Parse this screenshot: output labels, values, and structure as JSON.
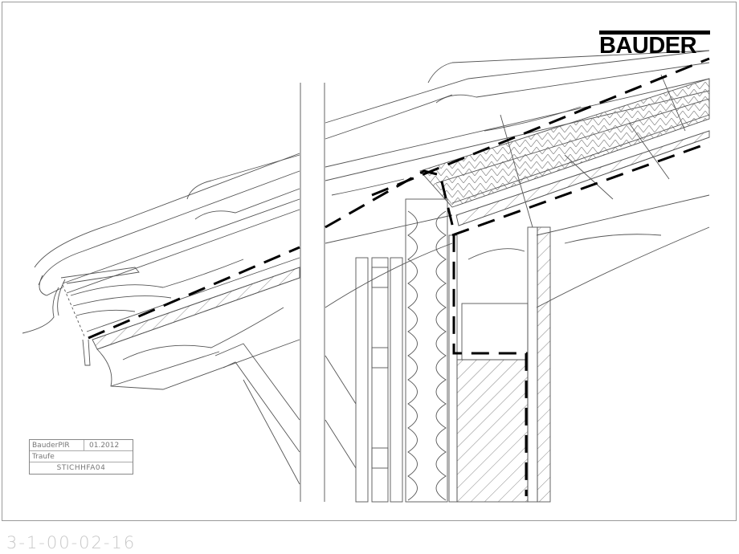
{
  "brand": {
    "logo_text": "BAUDER"
  },
  "title_block": {
    "product": "BauderPIR",
    "date": "01.2012",
    "subject": "Traufe",
    "code": "STICHHFA04"
  },
  "drawing_number": "3-1-00-02-16",
  "colors": {
    "line": "#555555",
    "membrane": "#000000",
    "frame": "#9a9a9a",
    "drawing_number": "#c8c8c8"
  }
}
